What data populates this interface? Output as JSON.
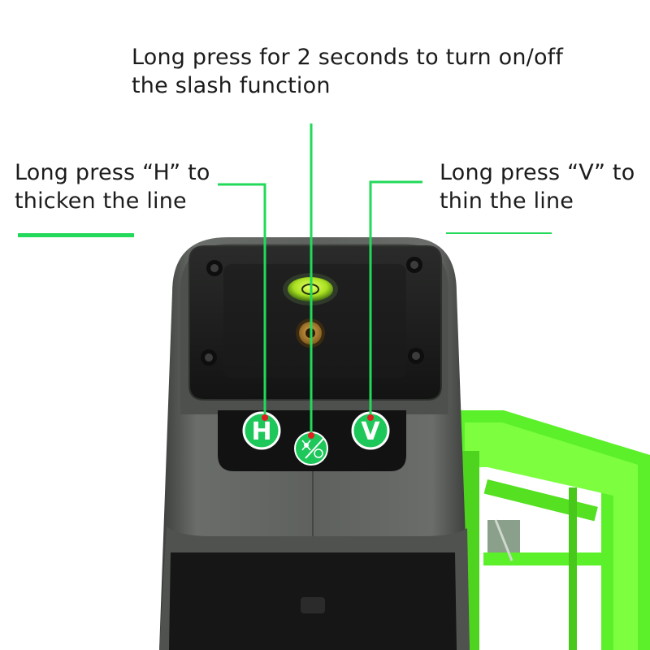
{
  "annotations": {
    "top_line1": "Long press for 2 seconds to turn on/off",
    "top_line2": "the slash function",
    "left_line1": "Long press “H” to",
    "left_line2": "thicken the line",
    "right_line1": "Long press “V” to",
    "right_line2": "thin the line"
  },
  "buttons": {
    "h_label": "H",
    "v_label": "V",
    "slash_icon": "laser-power-icon"
  },
  "colors": {
    "accent_green": "#22d95a",
    "laser_green": "#66ff33",
    "marker_red": "#e02020",
    "body_gray": "#5c5f5c",
    "button_green": "#18a84a"
  }
}
